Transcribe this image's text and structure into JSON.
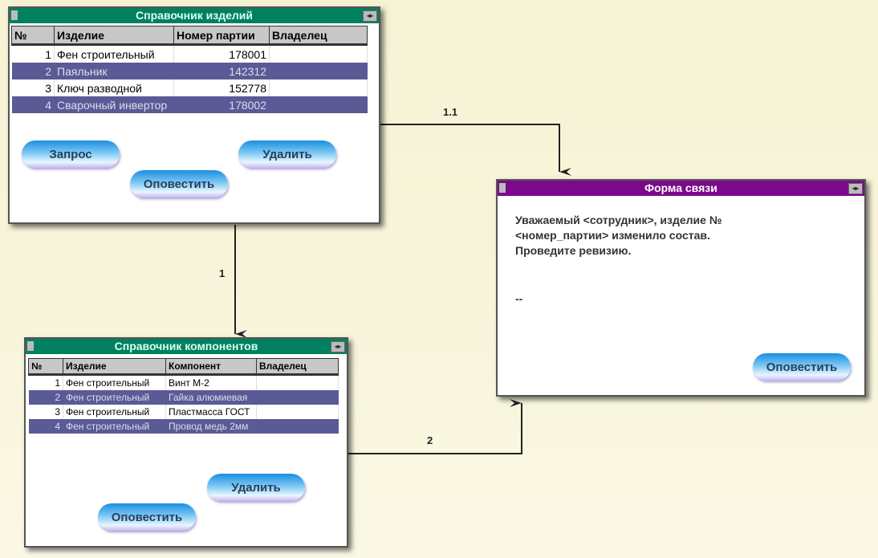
{
  "products_window": {
    "title": "Справочник изделий",
    "columns": [
      "№",
      "Изделие",
      "Номер партии",
      "Владелец"
    ],
    "rows": [
      {
        "num": "1",
        "name": "Фен строительный",
        "batch": "178001",
        "owner": "",
        "selected": false
      },
      {
        "num": "2",
        "name": "Паяльник",
        "batch": "142312",
        "owner": "",
        "selected": true
      },
      {
        "num": "3",
        "name": "Ключ разводной",
        "batch": "152778",
        "owner": "",
        "selected": false
      },
      {
        "num": "4",
        "name": "Сварочный инвертор",
        "batch": "178002",
        "owner": "",
        "selected": true
      }
    ],
    "buttons": {
      "request": "Запрос",
      "delete": "Удалить",
      "notify": "Оповестить"
    }
  },
  "components_window": {
    "title": "Справочник компонентов",
    "columns": [
      "№",
      "Изделие",
      "Компонент",
      "Владелец"
    ],
    "rows": [
      {
        "num": "1",
        "name": "Фен строительный",
        "component": "Винт М-2",
        "owner": "",
        "selected": false
      },
      {
        "num": "2",
        "name": "Фен строительный",
        "component": "Гайка алюмиевая",
        "owner": "",
        "selected": true
      },
      {
        "num": "3",
        "name": "Фен строительный",
        "component": "Пластмасса ГОСТ",
        "owner": "",
        "selected": false
      },
      {
        "num": "4",
        "name": "Фен строительный",
        "component": "Провод медь 2мм",
        "owner": "",
        "selected": true
      }
    ],
    "buttons": {
      "delete": "Удалить",
      "notify": "Оповестить"
    }
  },
  "contact_window": {
    "title": "Форма связи",
    "message": "Уважаемый <сотрудник>, изделие №\n<номер_партии> изменило состав.\nПроведите ревизию.",
    "signature": "--",
    "buttons": {
      "notify": "Оповестить"
    }
  },
  "connectors": {
    "products_to_components": "1",
    "products_to_contact": "1.1",
    "components_to_contact": "2"
  }
}
